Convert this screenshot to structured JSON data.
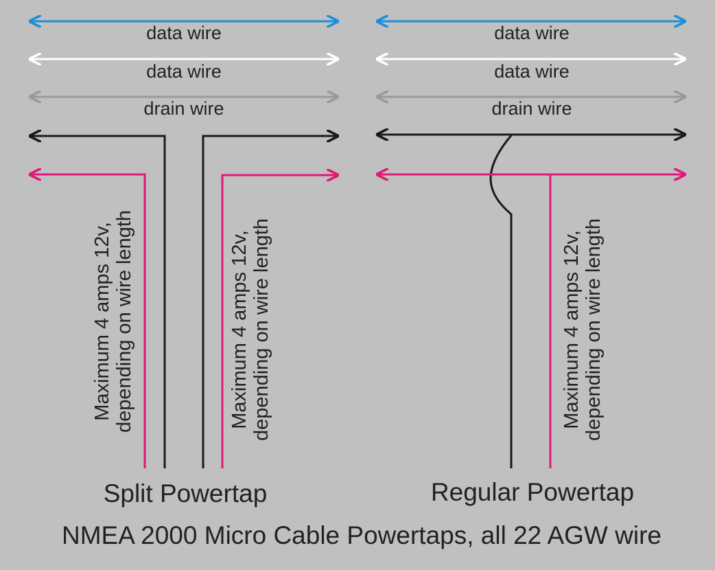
{
  "title": "NMEA 2000 Micro Cable Powertaps, all 22 AGW wire",
  "colors": {
    "background": "#c0c0c0",
    "data_wire_1": "#1e90d8",
    "data_wire_2": "#ffffff",
    "drain_wire": "#999999",
    "ground_wire": "#1a1a1a",
    "power_wire": "#e0197a",
    "text": "#222222"
  },
  "split": {
    "caption": "Split Powertap",
    "wires": [
      "data wire",
      "data wire",
      "drain wire"
    ],
    "note_left_line1": "Maximum 4 amps 12v,",
    "note_left_line2": "depending on wire length",
    "note_right_line1": "Maximum 4 amps 12v,",
    "note_right_line2": "depending on wire length"
  },
  "regular": {
    "caption": "Regular Powertap",
    "wires": [
      "data wire",
      "data wire",
      "drain wire"
    ],
    "note_line1": "Maximum 4 amps 12v,",
    "note_line2": "depending on wire length"
  }
}
